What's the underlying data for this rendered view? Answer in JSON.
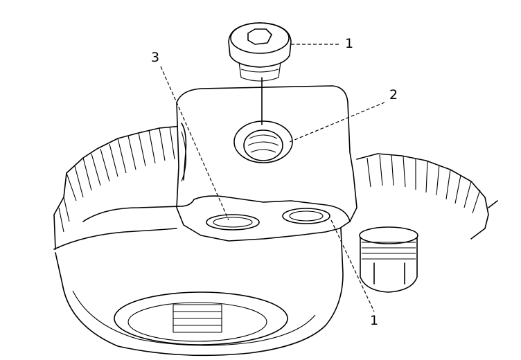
{
  "callouts": {
    "plug_top": "1",
    "bore": "2",
    "left_port": "3",
    "plug_bottom": "1"
  }
}
